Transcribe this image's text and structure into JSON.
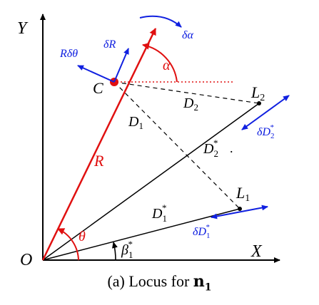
{
  "axes": {
    "y_label": "Y",
    "x_label": "X",
    "origin_label": "O"
  },
  "points": {
    "C": "C",
    "L1": "L",
    "L1_sub": "1",
    "L2": "L",
    "L2_sub": "2"
  },
  "labels": {
    "R": "R",
    "theta": "θ",
    "alpha": "α",
    "beta_main": "β",
    "beta_sub": "1",
    "beta_sup": "*",
    "D1_main": "D",
    "D1_sub": "1",
    "D2_main": "D",
    "D2_sub": "2",
    "D1s_main": "D",
    "D1s_sub": "1",
    "D1s_sup": "*",
    "D2s_main": "D",
    "D2s_sub": "2",
    "D2s_sup": "*",
    "delta_R": "δR",
    "R_delta_theta": "Rδθ",
    "delta_alpha": "δα",
    "delta_D1s_main": "δD",
    "delta_D1s_sub": "1",
    "delta_D1s_sup": "*",
    "delta_D2s_main": "δD",
    "delta_D2s_sub": "2",
    "delta_D2s_sup": "*",
    "dot_mark": "."
  },
  "colors": {
    "red": "#e01010",
    "blue": "#1020e0",
    "black": "#000000"
  },
  "caption": {
    "prefix": "(a) Locus for ",
    "bold": "n",
    "bold_sub": "1"
  }
}
